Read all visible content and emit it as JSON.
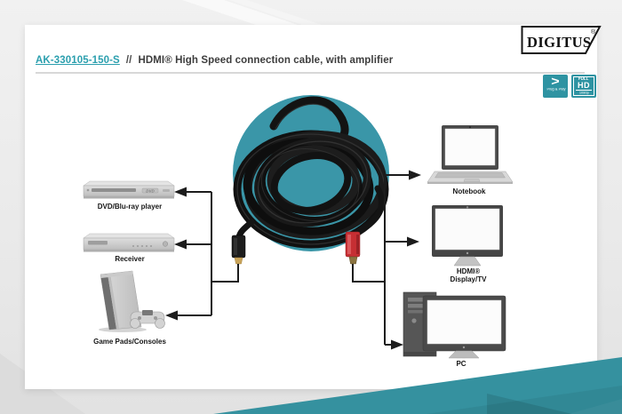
{
  "header": {
    "sku": "AK-330105-150-S",
    "divider": "//",
    "title": "HDMI® High Speed connection cable, with amplifier"
  },
  "brand": {
    "name": "DIGITUS",
    "registered": "®"
  },
  "badges": {
    "plug_play": {
      "symbol": ">",
      "label": "Plug & Play"
    },
    "full_hd": {
      "small": "FULL",
      "big": "HD",
      "sub": "1080p"
    }
  },
  "diagram": {
    "left_devices": [
      {
        "label": "DVD/Blu-ray player"
      },
      {
        "label": "Receiver"
      },
      {
        "label": "Game Pads/Consoles"
      }
    ],
    "right_devices": [
      {
        "label": "Notebook"
      },
      {
        "label": "HDMI®",
        "label2": "Display/TV"
      },
      {
        "label": "PC"
      }
    ],
    "dvd_logo": "DVD"
  },
  "colors": {
    "teal_circle": "#3a96a8",
    "teal_wedge": "#35919f",
    "accent_text": "#2b9fae",
    "line_black": "#1c1c1c"
  }
}
